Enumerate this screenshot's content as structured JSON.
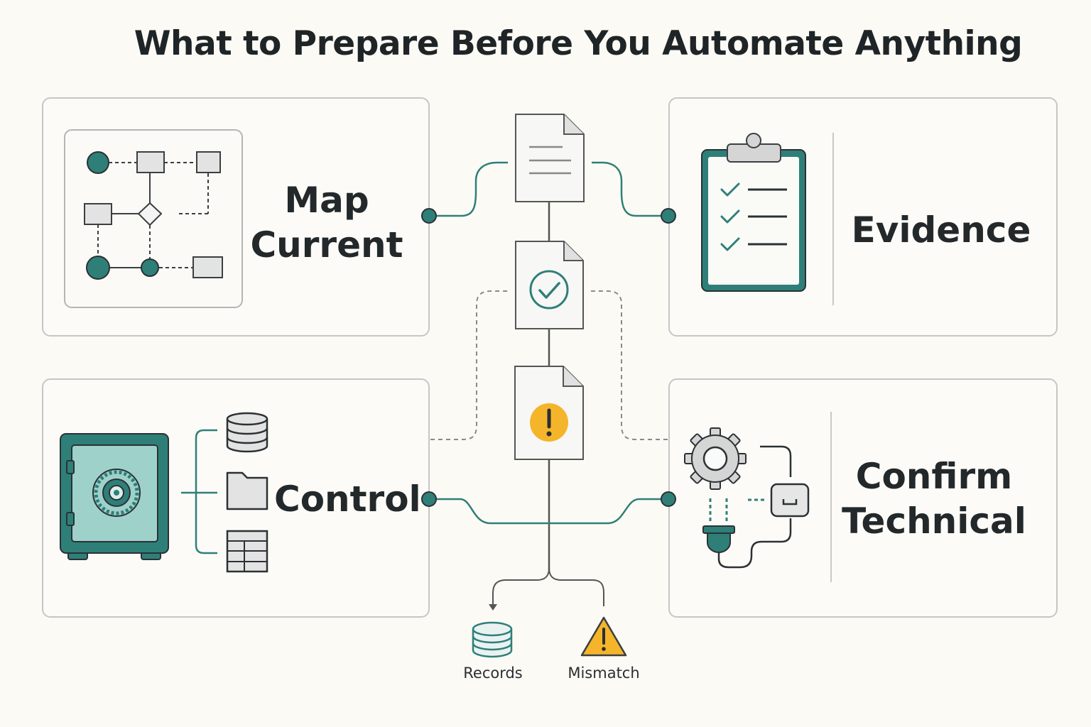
{
  "title": "What to Prepare Before You Automate Anything",
  "panels": {
    "map": {
      "line1": "Map",
      "line2": "Current"
    },
    "evidence": {
      "label": "Evidence"
    },
    "control": {
      "label": "Control"
    },
    "confirm": {
      "line1": "Confirm",
      "line2": "Technical"
    }
  },
  "outputs": {
    "records": "Records",
    "mismatch": "Mismatch"
  },
  "colors": {
    "teal": "#2f7f79",
    "teal_light": "#9fd1cb",
    "warning": "#f5b52a",
    "stroke": "#3a3f42",
    "panel_border": "#c6c6c6"
  },
  "icons": [
    "process-map-icon",
    "document-icon",
    "document-check-icon",
    "document-warning-icon",
    "clipboard-checklist-icon",
    "safe-icon",
    "database-icon",
    "folder-icon",
    "spreadsheet-icon",
    "gear-icon",
    "plug-icon",
    "socket-icon",
    "warning-triangle-icon"
  ]
}
